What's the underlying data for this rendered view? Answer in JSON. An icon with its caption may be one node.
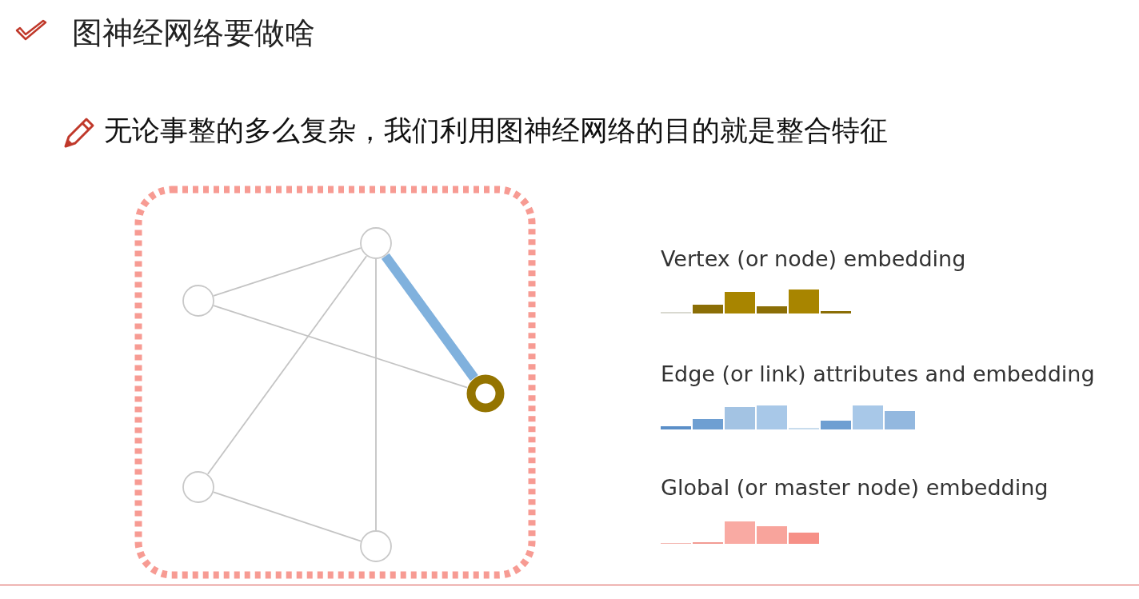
{
  "diagram": {
    "title": "图神经网络要做啥",
    "nodes": [
      {
        "text": [],
        "shape": "box"
      },
      {
        "text": [],
        "shape": "circle",
        "in": 0
      },
      {
        "text": [],
        "shape": "circle",
        "in": 0
      },
      {
        "text": [],
        "shape": "circle",
        "in": 0
      },
      {
        "text": [],
        "shape": "circle",
        "in": 0
      },
      {
        "text": [],
        "shape": "circle",
        "in": 0
      }
    ],
    "edges": [
      {
        "from": 1,
        "to": 2,
        "arrow": "none"
      },
      {
        "from": 1,
        "to": 3,
        "arrow": "none",
        "style": "thick",
        "color": "#80b1dd"
      },
      {
        "from": 2,
        "to": 3,
        "arrow": "none"
      },
      {
        "from": 1,
        "to": 4,
        "arrow": "none"
      },
      {
        "from": 1,
        "to": 5,
        "arrow": "none"
      },
      {
        "from": 4,
        "to": 5,
        "arrow": "none"
      }
    ],
    "labels": [
      "无论事整的多么复杂，我们利用图神经网络的目的就是整合特征",
      "Vertex (or node) embedding",
      "Edge (or link) attributes and embedding",
      "Global (or master node) embedding"
    ]
  }
}
